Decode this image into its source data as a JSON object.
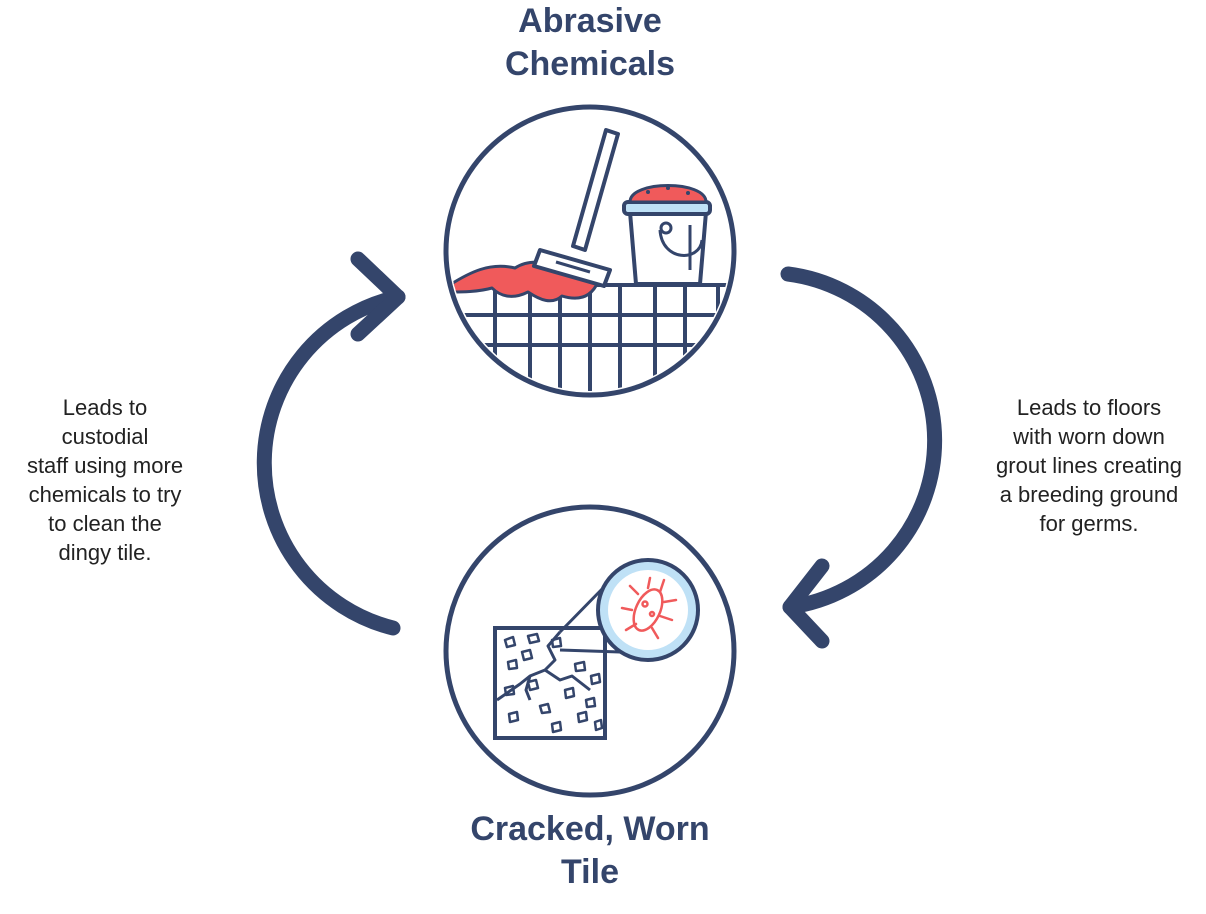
{
  "diagram": {
    "nodes": {
      "top": {
        "label": "Abrasive\nChemicals",
        "icon": "mop-and-bucket-icon"
      },
      "bottom": {
        "label": "Cracked, Worn\nTile",
        "icon": "cracked-tile-germ-icon"
      }
    },
    "edges": {
      "right": {
        "text": "Leads to floors\nwith worn down\ngrout lines creating\na breeding ground\nfor germs.",
        "from": "top",
        "to": "bottom"
      },
      "left": {
        "text": "Leads to\ncustodial\nstaff using more\nchemicals to try\nto clean the\ndingy tile.",
        "from": "bottom",
        "to": "top"
      }
    }
  },
  "colors": {
    "navy": "#34456b",
    "red": "#f05a5b",
    "light_blue": "#bfe1f6",
    "text": "#222222"
  }
}
